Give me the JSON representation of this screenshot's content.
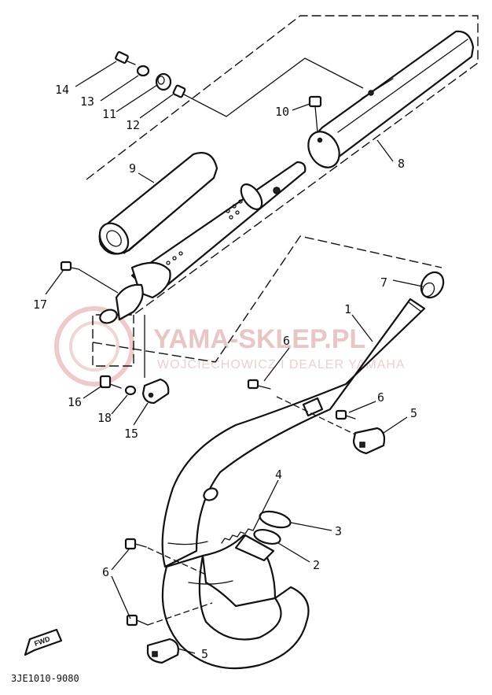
{
  "diagram": {
    "callouts": [
      {
        "id": "c1",
        "label": "1"
      },
      {
        "id": "c2",
        "label": "2"
      },
      {
        "id": "c3",
        "label": "3"
      },
      {
        "id": "c4",
        "label": "4"
      },
      {
        "id": "c5a",
        "label": "5"
      },
      {
        "id": "c5b",
        "label": "5"
      },
      {
        "id": "c6a",
        "label": "6"
      },
      {
        "id": "c6b",
        "label": "6"
      },
      {
        "id": "c6c",
        "label": "6"
      },
      {
        "id": "c7",
        "label": "7"
      },
      {
        "id": "c8",
        "label": "8"
      },
      {
        "id": "c9",
        "label": "9"
      },
      {
        "id": "c10",
        "label": "10"
      },
      {
        "id": "c11",
        "label": "11"
      },
      {
        "id": "c12",
        "label": "12"
      },
      {
        "id": "c13",
        "label": "13"
      },
      {
        "id": "c14",
        "label": "14"
      },
      {
        "id": "c15",
        "label": "15"
      },
      {
        "id": "c16",
        "label": "16"
      },
      {
        "id": "c17",
        "label": "17"
      },
      {
        "id": "c18",
        "label": "18"
      }
    ],
    "fwd_label": "FWD",
    "diagram_code": "3JE1010-9080"
  },
  "watermark": {
    "title": "YAMA-SKLEP.PL",
    "subtitle": "WOJCIECHOWICZ I DEALER YAMAHA"
  },
  "colors": {
    "line": "#111111",
    "watermark": "#e9c6c6"
  }
}
